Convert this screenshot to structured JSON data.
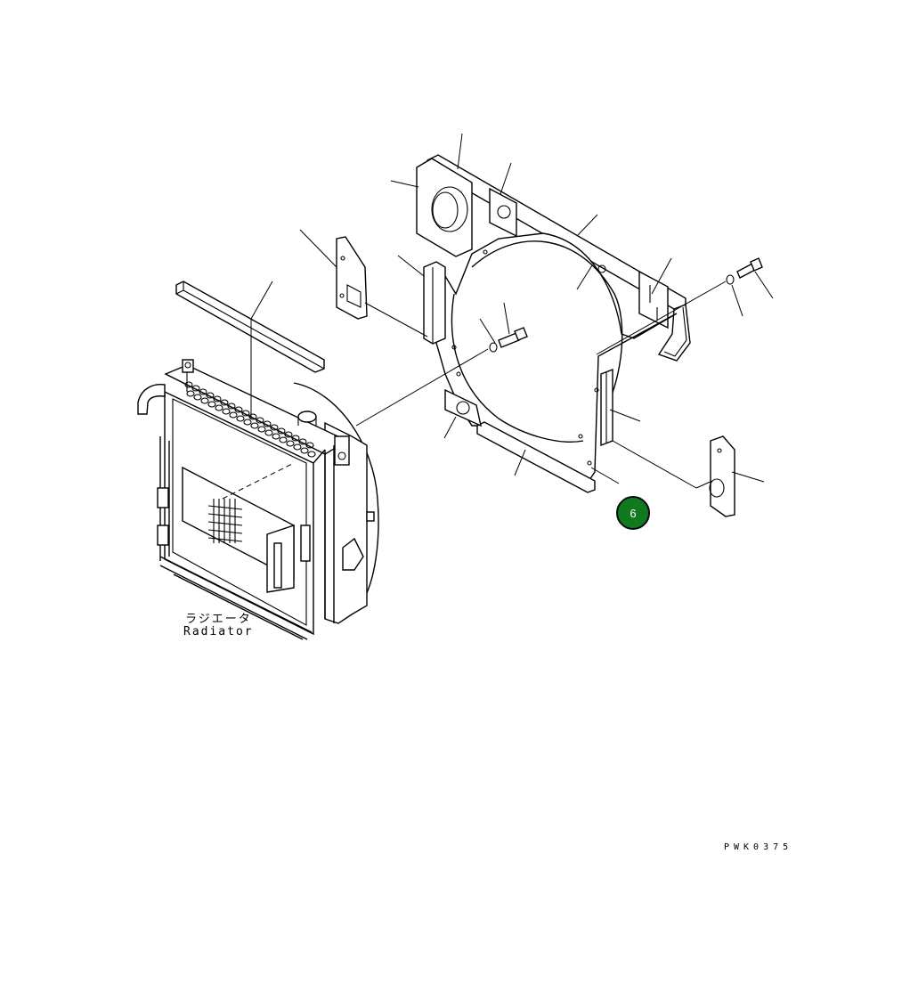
{
  "labels": {
    "part_name_jp": "ラジエータ",
    "part_name_en": "Radiator"
  },
  "drawing_code": "PWK0375",
  "callout": {
    "number": "6",
    "color": "#117a1f"
  }
}
